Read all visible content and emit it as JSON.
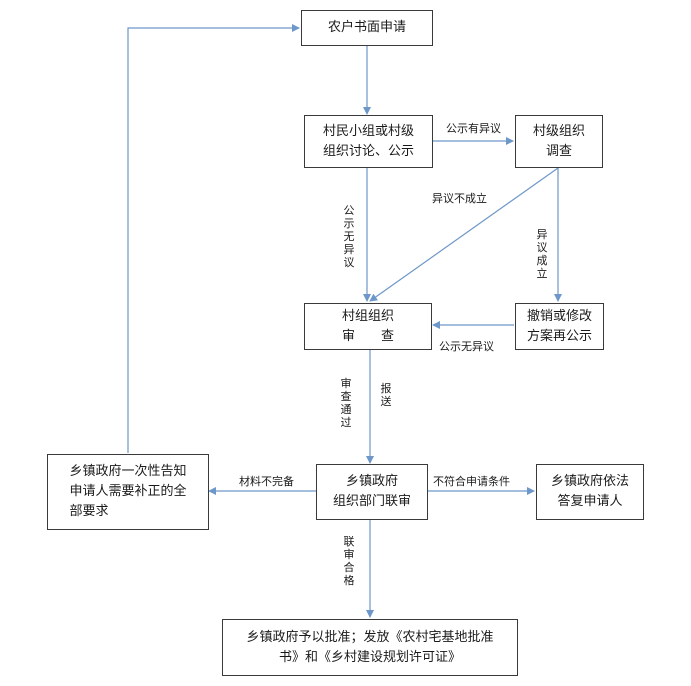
{
  "nodes": {
    "apply": [
      "农户书面申请"
    ],
    "discuss": [
      "村民小组或村级",
      "组织讨论、公示"
    ],
    "investigate": [
      "村级组织",
      "调查"
    ],
    "review": [
      "村组组织",
      "审　　查"
    ],
    "revoke": [
      "撤销或修改",
      "方案再公示"
    ],
    "joint": [
      "乡镇政府",
      "组织部门联审"
    ],
    "notify": [
      "乡镇政府一次性告知",
      "申请人需要补正的全",
      "部要求"
    ],
    "reply": [
      "乡镇政府依法",
      "答复申请人"
    ],
    "approve": [
      "乡镇政府予以批准；发放《农村宅基地批准",
      "书》和《乡村建设规划许可证》"
    ]
  },
  "labels": {
    "objection": "公示有异议",
    "objection_invalid": "异议不成立",
    "no_objection_v": "公示无异议",
    "objection_valid": "异议成立",
    "no_objection_h": "公示无异议",
    "review_passed": "审查通过",
    "submit": "报送",
    "incomplete": "材料不完备",
    "not_eligible": "不符合申请条件",
    "joint_passed": "联审合格"
  },
  "colors": {
    "arrow": "#6e97c9",
    "border": "#3a3a3a"
  }
}
